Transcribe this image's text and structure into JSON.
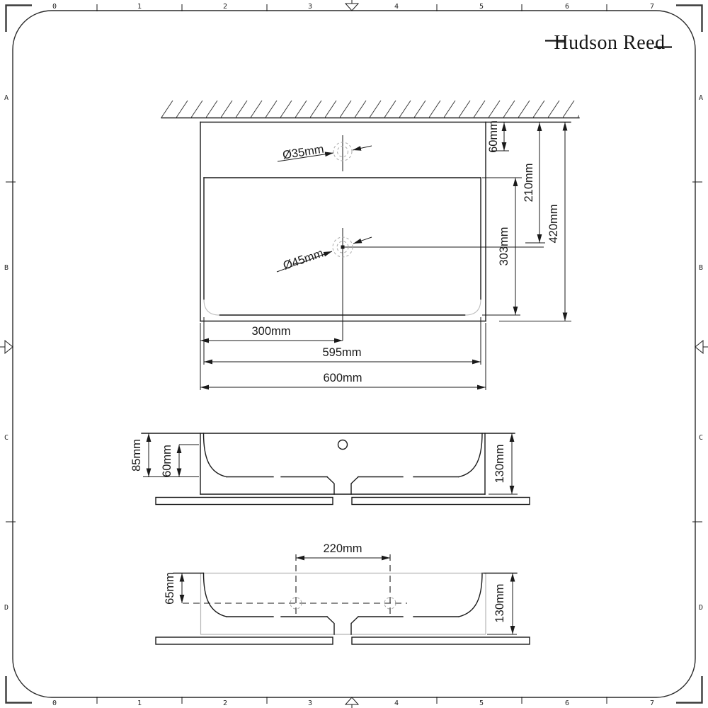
{
  "logo": {
    "brand": "Hudson Reed"
  },
  "ruler": {
    "numbers": [
      "0",
      "1",
      "2",
      "3",
      "4",
      "5",
      "6",
      "7"
    ],
    "letters": [
      "A",
      "B",
      "C",
      "D"
    ]
  },
  "colors": {
    "background": "#ffffff",
    "line": "#1a1a1a",
    "gray_line": "#b5b5b5"
  },
  "top_view": {
    "labels": {
      "faucet_hole_diameter": "Ø35mm",
      "drain_diameter": "Ø45mm",
      "faucet_from_back": "60mm",
      "drain_from_back": "210mm",
      "basin_inner_depth": "303mm",
      "overall_depth": "420mm",
      "drain_from_left": "300mm",
      "inner_width": "595mm",
      "overall_width": "600mm"
    }
  },
  "front_view": {
    "labels": {
      "rim_to_bowl_bottom": "85mm",
      "hole_to_bowl_bottom": "60mm",
      "overall_height": "130mm"
    }
  },
  "bottom_view": {
    "labels": {
      "top_to_fixing_line": "65mm",
      "fixing_centres": "220mm",
      "overall_height": "130mm"
    }
  }
}
